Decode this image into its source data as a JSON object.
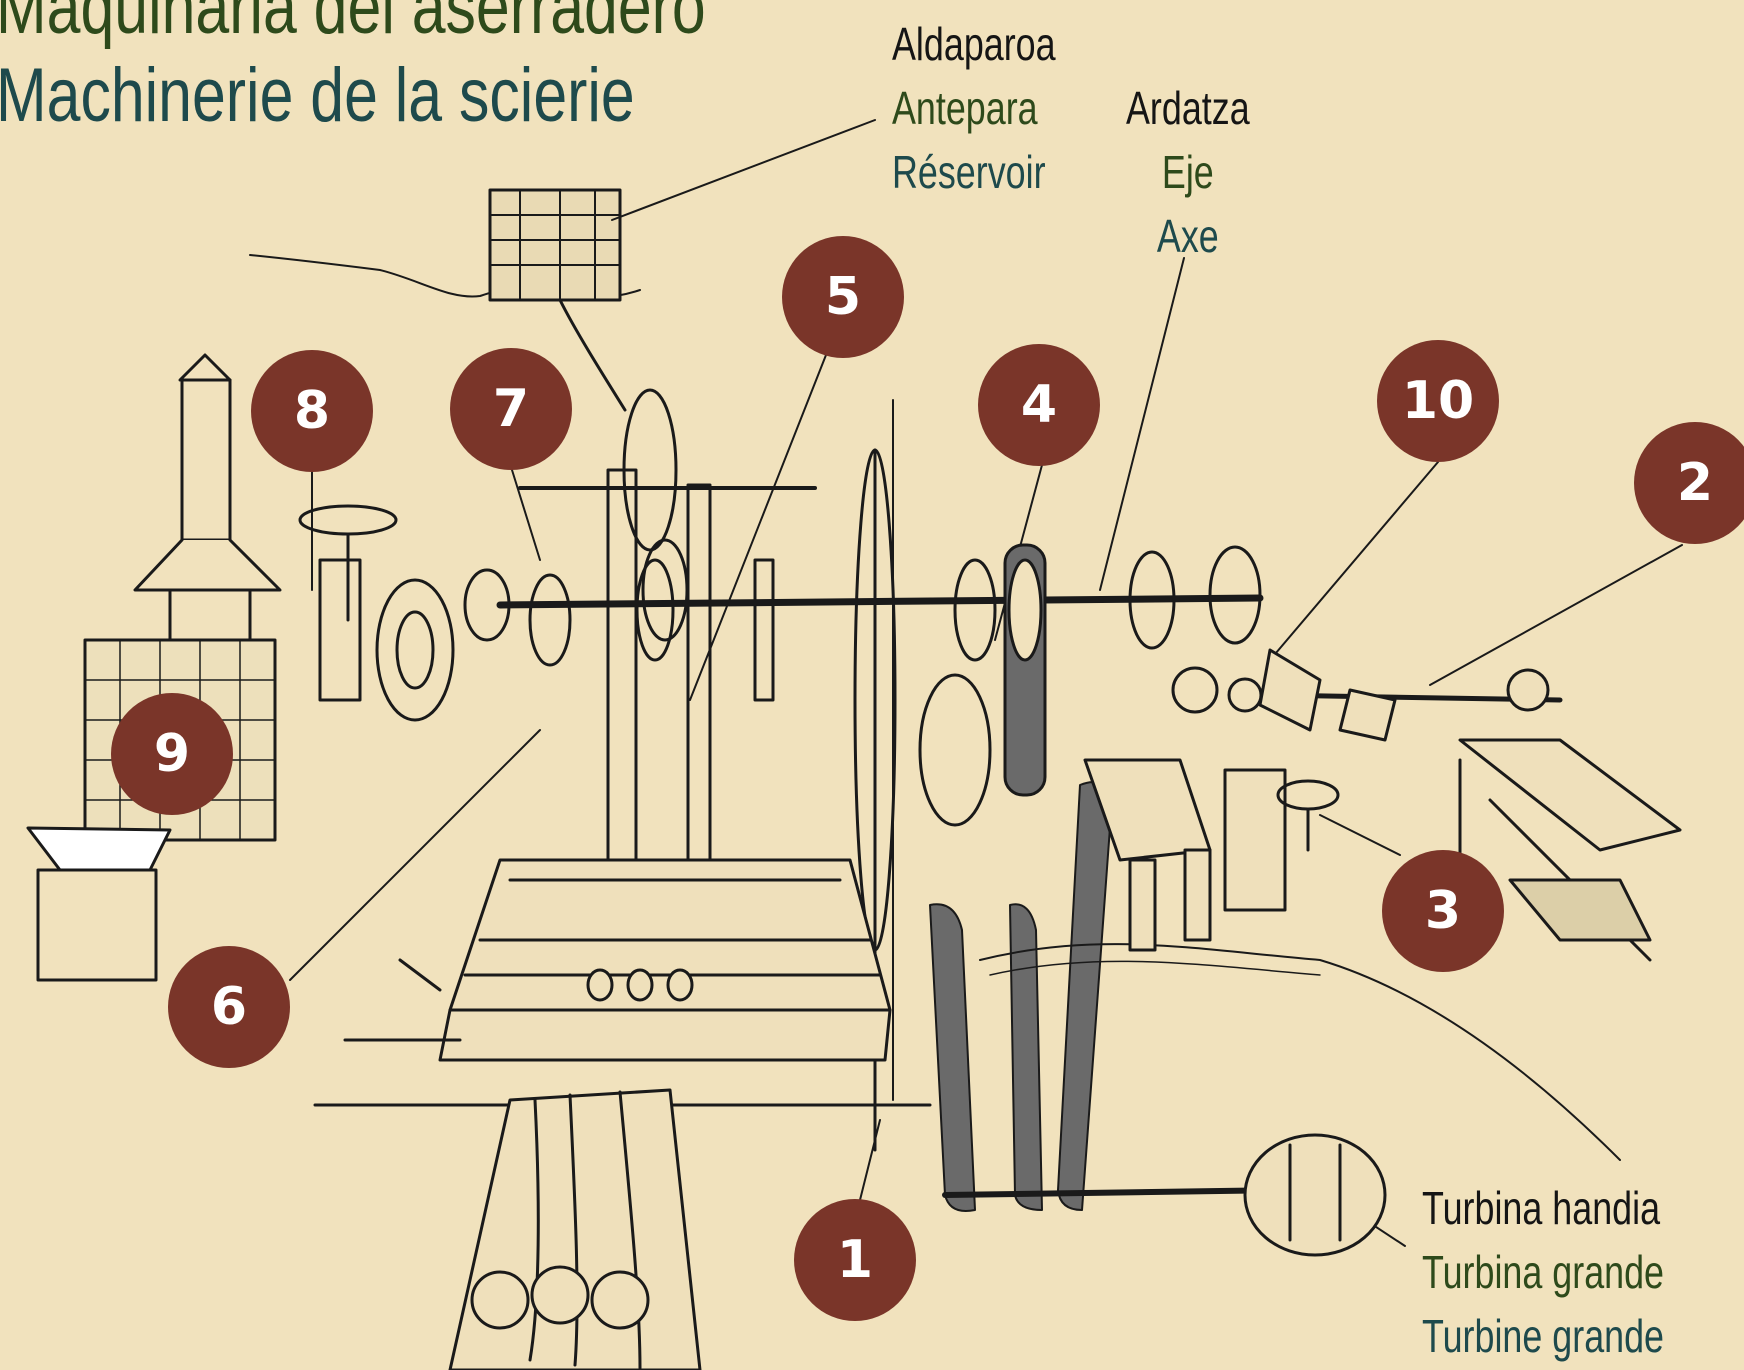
{
  "title": {
    "line1": "Maquinaria del aserradero",
    "line2": "Machinerie de la scierie"
  },
  "labels": {
    "reservoir": {
      "eu": "Aldaparoa",
      "es": "Antepara",
      "fr": "Réservoir"
    },
    "axle": {
      "eu": "Ardatza",
      "es": "Eje",
      "fr": "Axe"
    },
    "turbine": {
      "eu": "Turbina handia",
      "es": "Turbina grande",
      "fr": "Turbine grande"
    }
  },
  "markers": [
    "1",
    "2",
    "3",
    "4",
    "5",
    "6",
    "7",
    "8",
    "9",
    "10"
  ],
  "colors": {
    "background": "#f1e2bd",
    "marker": "#7a3529",
    "title_es": "#2e4a1b",
    "title_fr": "#1e4a4c",
    "ink": "#1a1a1a"
  }
}
